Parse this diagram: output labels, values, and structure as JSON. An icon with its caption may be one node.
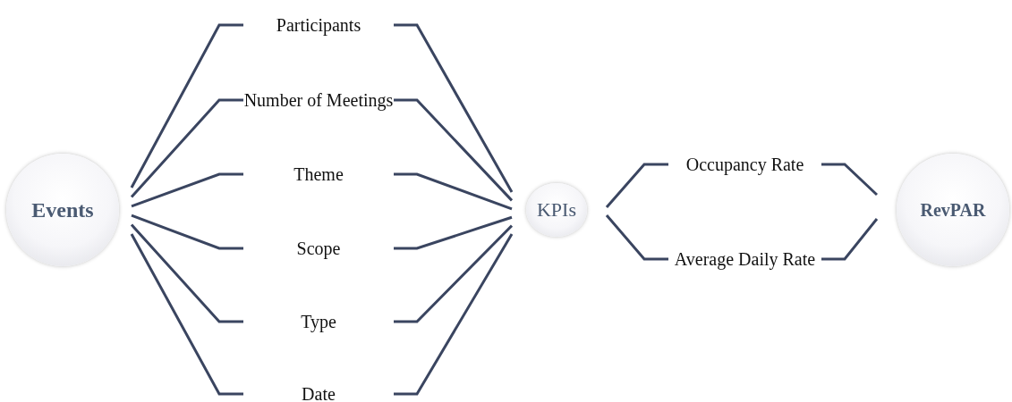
{
  "diagram": {
    "nodes": [
      {
        "text": [
          "Events"
        ]
      },
      {
        "text": [
          "Participants"
        ]
      },
      {
        "text": [
          "Number of Meetings"
        ]
      },
      {
        "text": [
          "Theme"
        ]
      },
      {
        "text": [
          "Scope"
        ]
      },
      {
        "text": [
          "Type"
        ]
      },
      {
        "text": [
          "Date"
        ]
      },
      {
        "text": [
          "KPIs"
        ]
      },
      {
        "text": [
          "Occupancy Rate"
        ]
      },
      {
        "text": [
          "Average Daily Rate"
        ]
      },
      {
        "text": [
          "RevPAR"
        ]
      }
    ],
    "edges": [
      {
        "from": 0,
        "to": 1,
        "arrow": "none"
      },
      {
        "from": 0,
        "to": 2,
        "arrow": "none"
      },
      {
        "from": 0,
        "to": 3,
        "arrow": "none"
      },
      {
        "from": 0,
        "to": 4,
        "arrow": "none"
      },
      {
        "from": 0,
        "to": 5,
        "arrow": "none"
      },
      {
        "from": 0,
        "to": 6,
        "arrow": "none"
      },
      {
        "from": 1,
        "to": 7,
        "arrow": "none"
      },
      {
        "from": 2,
        "to": 7,
        "arrow": "none"
      },
      {
        "from": 3,
        "to": 7,
        "arrow": "none"
      },
      {
        "from": 4,
        "to": 7,
        "arrow": "none"
      },
      {
        "from": 5,
        "to": 7,
        "arrow": "none"
      },
      {
        "from": 6,
        "to": 7,
        "arrow": "none"
      },
      {
        "from": 7,
        "to": 8,
        "arrow": "none"
      },
      {
        "from": 7,
        "to": 9,
        "arrow": "none"
      },
      {
        "from": 8,
        "to": 10,
        "arrow": "none"
      },
      {
        "from": 9,
        "to": 10,
        "arrow": "none"
      }
    ]
  }
}
